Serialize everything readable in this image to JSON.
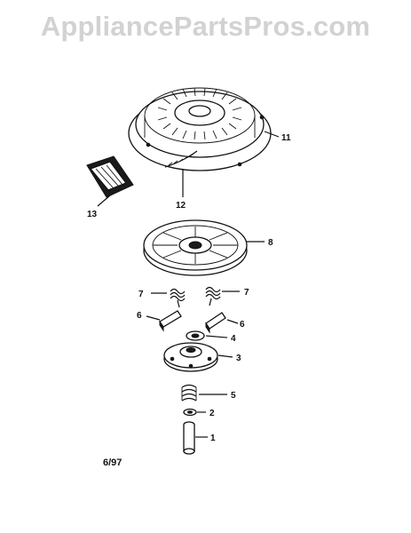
{
  "watermark": "AppliancePartsPros.com",
  "diagram_date": "6/97",
  "callouts": [
    {
      "id": "11",
      "label": "11"
    },
    {
      "id": "12",
      "label": "12"
    },
    {
      "id": "13",
      "label": "13"
    },
    {
      "id": "8",
      "label": "8"
    },
    {
      "id": "7a",
      "label": "7"
    },
    {
      "id": "7b",
      "label": "7"
    },
    {
      "id": "6a",
      "label": "6"
    },
    {
      "id": "6b",
      "label": "6"
    },
    {
      "id": "4",
      "label": "4"
    },
    {
      "id": "3",
      "label": "3"
    },
    {
      "id": "5",
      "label": "5"
    },
    {
      "id": "2",
      "label": "2"
    },
    {
      "id": "1",
      "label": "1"
    }
  ]
}
